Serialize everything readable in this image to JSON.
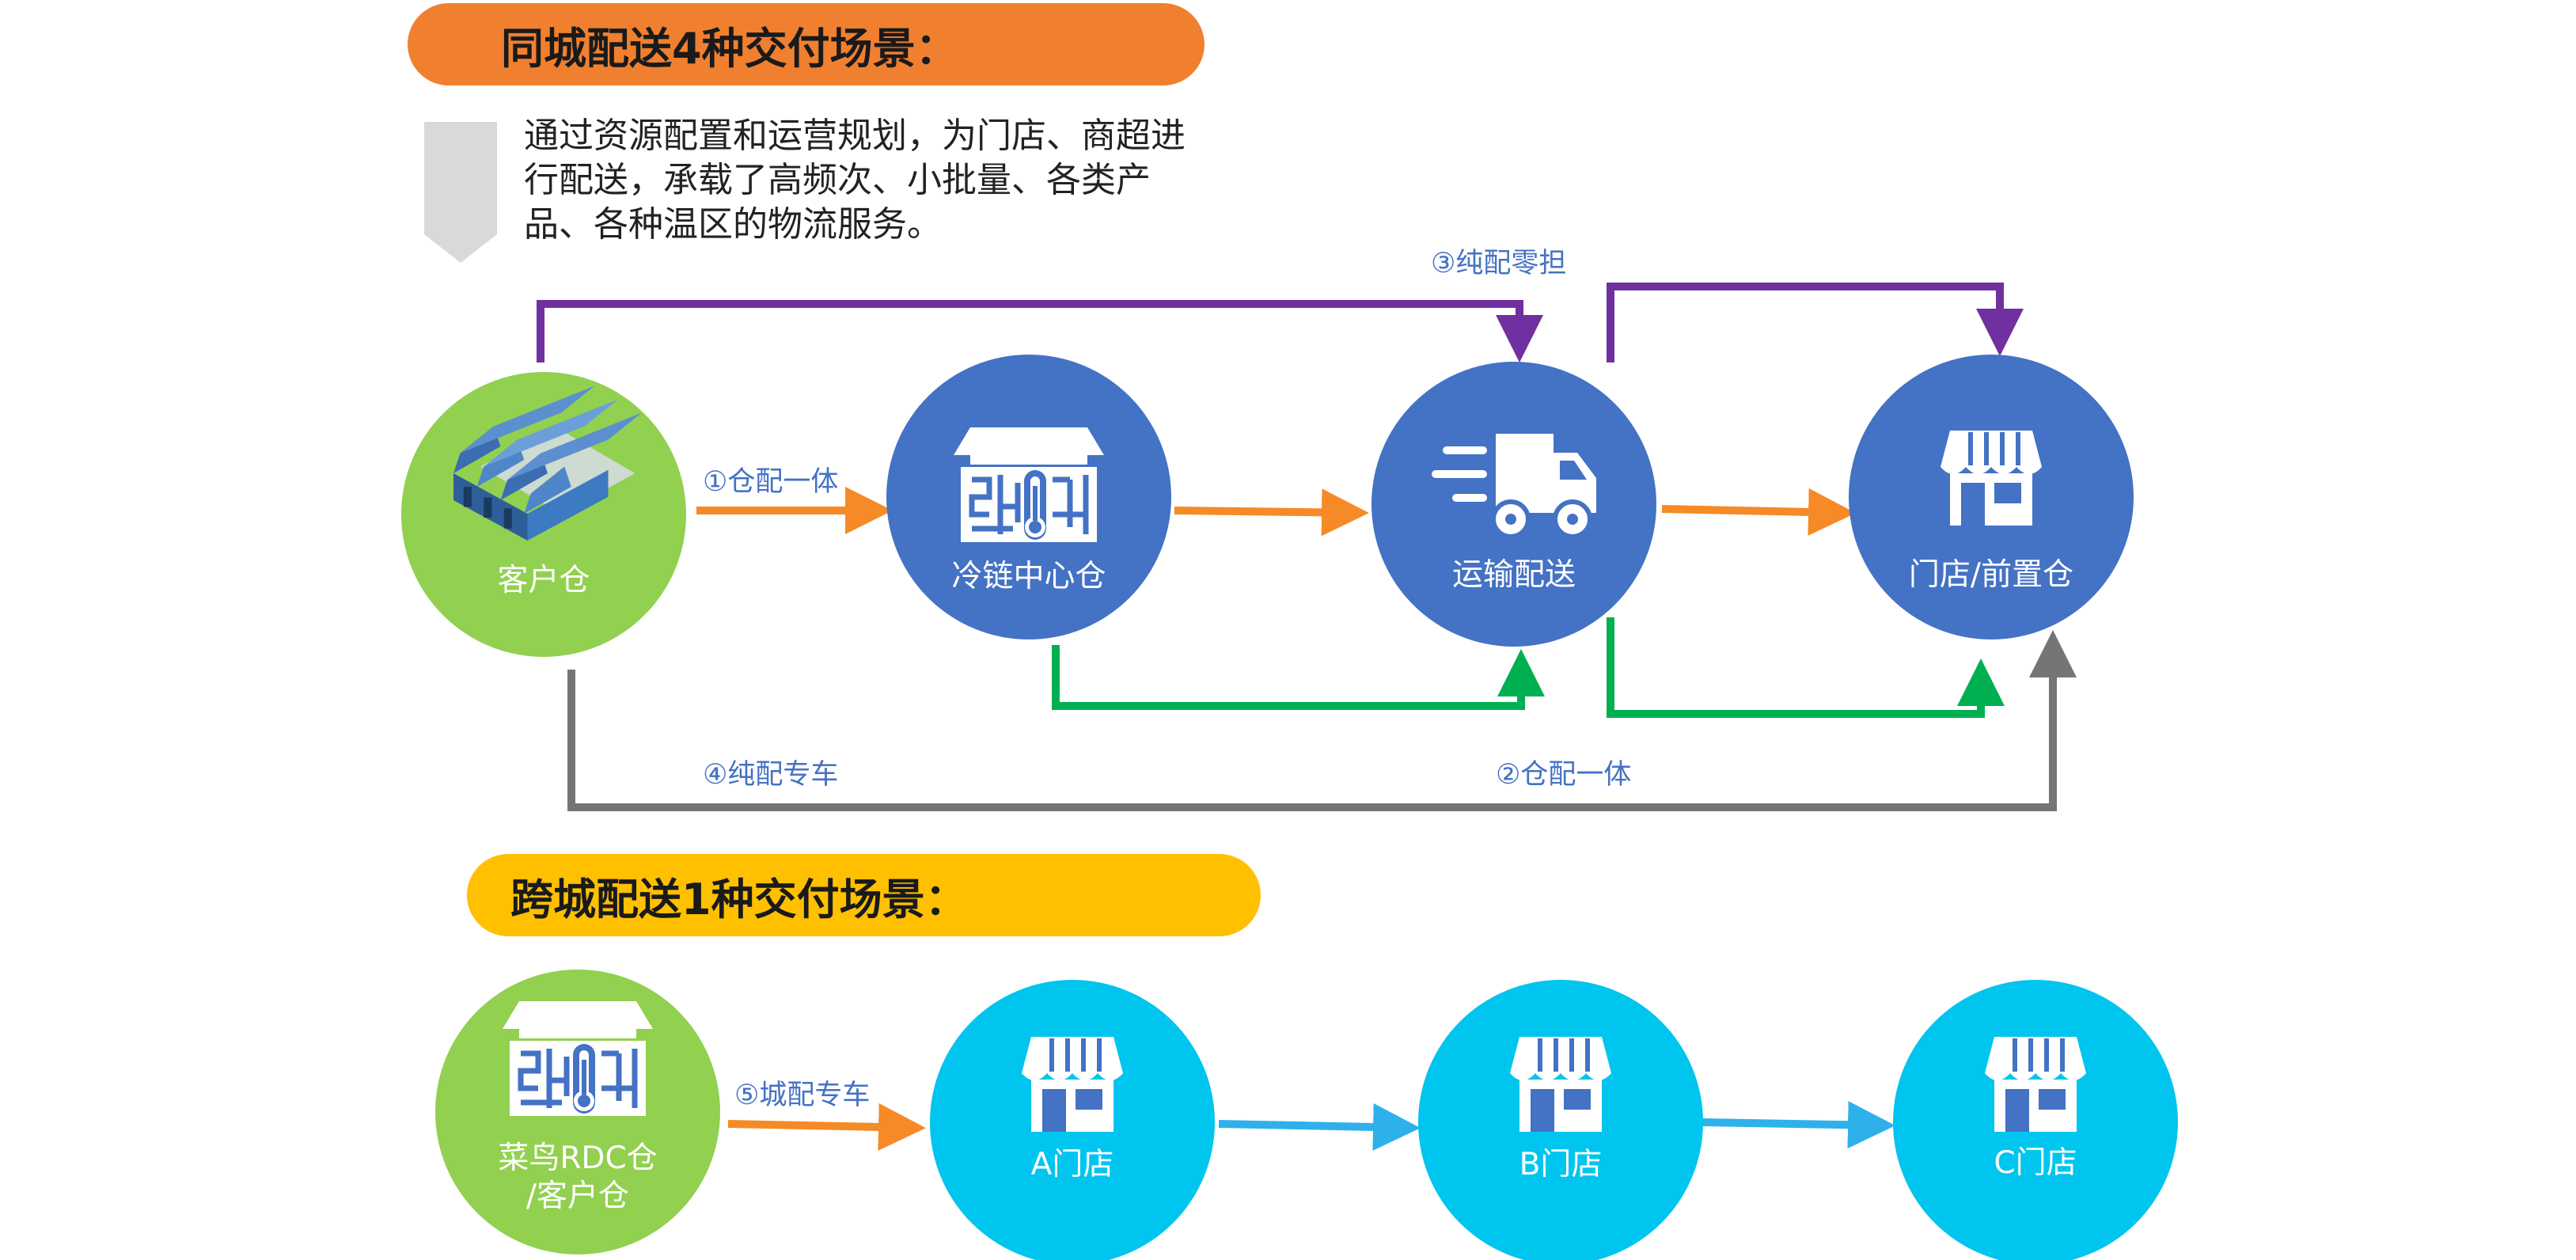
{
  "colors": {
    "orange_banner": "#f08030",
    "yellow_banner": "#ffc000",
    "green_node": "#92d050",
    "blue_node": "#4472c4",
    "cyan_node": "#00c5ee",
    "orange_arrow": "#f58a27",
    "purple_arrow": "#7030a0",
    "green_arrow": "#00b050",
    "gray_arrow": "#757575",
    "cyan_arrow": "#2eb1ea",
    "label_blue": "#4472c4"
  },
  "same_city": {
    "title": "同城配送4种交付场景：",
    "intro": "通过资源配置和运营规划，为门店、商超进行配送，承载了高频次、小批量、各类产品、各种温区的物流服务。",
    "nodes": {
      "customer_wh": {
        "label": "客户仓",
        "icon": "warehouse-icon"
      },
      "cold_chain": {
        "label": "冷链中心仓",
        "icon": "cold-storage-icon"
      },
      "transport": {
        "label": "运输配送",
        "icon": "truck-icon"
      },
      "store": {
        "label": "门店/前置仓",
        "icon": "store-icon"
      }
    },
    "routes": {
      "r1": "①仓配一体",
      "r2": "②仓配一体",
      "r3": "③纯配零担",
      "r4": "④纯配专车"
    }
  },
  "cross_city": {
    "title": "跨城配送1种交付场景：",
    "nodes": {
      "rdc": {
        "label": "菜鸟RDC仓\n/客户仓",
        "icon": "cold-storage-icon"
      },
      "store_a": {
        "label": "A门店",
        "icon": "store-icon"
      },
      "store_b": {
        "label": "B门店",
        "icon": "store-icon"
      },
      "store_c": {
        "label": "C门店",
        "icon": "store-icon"
      }
    },
    "routes": {
      "r5": "⑤城配专车"
    }
  }
}
